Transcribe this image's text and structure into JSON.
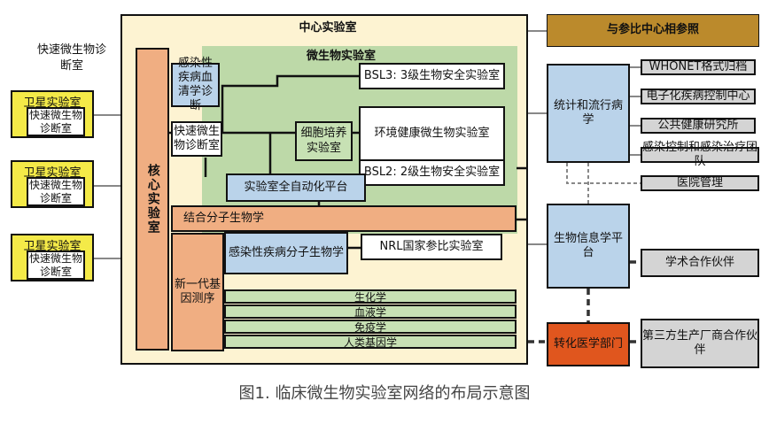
{
  "central_lab": {
    "title": "中心实验室"
  },
  "micro_lab": {
    "title": "微生物实验室"
  },
  "core_lab": {
    "label": "核心实验室"
  },
  "infect_serum": {
    "label": "感染性疾病血清学诊断"
  },
  "rapid_micro": {
    "label": "快速微生物诊断室"
  },
  "cell_culture": {
    "label": "细胞培养实验室"
  },
  "bsl3": {
    "label": "BSL3: 3级生物安全实验室"
  },
  "env_micro": {
    "label": "环境健康微生物实验室"
  },
  "bsl2": {
    "label": "BSL2: 2级生物安全实验室"
  },
  "auto_platform": {
    "label": "实验室全自动化平台"
  },
  "mol_bio": {
    "label": "结合分子生物学"
  },
  "new_seq": {
    "label": "新一代基因测序"
  },
  "infect_mol": {
    "label": "感染性疾病分子生物学"
  },
  "nrl": {
    "label": "NRL国家参比实验室"
  },
  "stripes": [
    "生化学",
    "血液学",
    "免疫学",
    "人类基因学"
  ],
  "left": {
    "title": "快速微生物诊断室",
    "satellites": [
      {
        "title": "卫星实验室",
        "inner": "快速微生物诊断室"
      },
      {
        "title": "卫星实验室",
        "inner": "快速微生物诊断室"
      },
      {
        "title": "卫星实验室",
        "inner": "快速微生物诊断室"
      }
    ]
  },
  "right": {
    "ref_center": "与参比中心相参照",
    "stat": "统计和流行病学",
    "bioinfo": "生物信息学平台",
    "translational": "转化医学部门",
    "stat_links": [
      "WHONET格式归档",
      "电子化疾病控制中心",
      "公共健康研究所",
      "感染控制和感染治疗团队",
      "医院管理"
    ],
    "academic": "学术合作伙伴",
    "third_party": "第三方生产厂商合作伙伴"
  },
  "caption": "图1. 临床微生物实验室网络的布局示意图",
  "colors": {
    "central_bg": "#fdf3d2",
    "micro_bg": "#bdd9a8",
    "core_orange": "#f0ae82",
    "blue_box": "#bad3ea",
    "satellite_yellow": "#f4ea48",
    "ref_brown": "#bb8a2c",
    "translational_orange": "#e0561e",
    "partner_gray": "#d4d4d4"
  }
}
